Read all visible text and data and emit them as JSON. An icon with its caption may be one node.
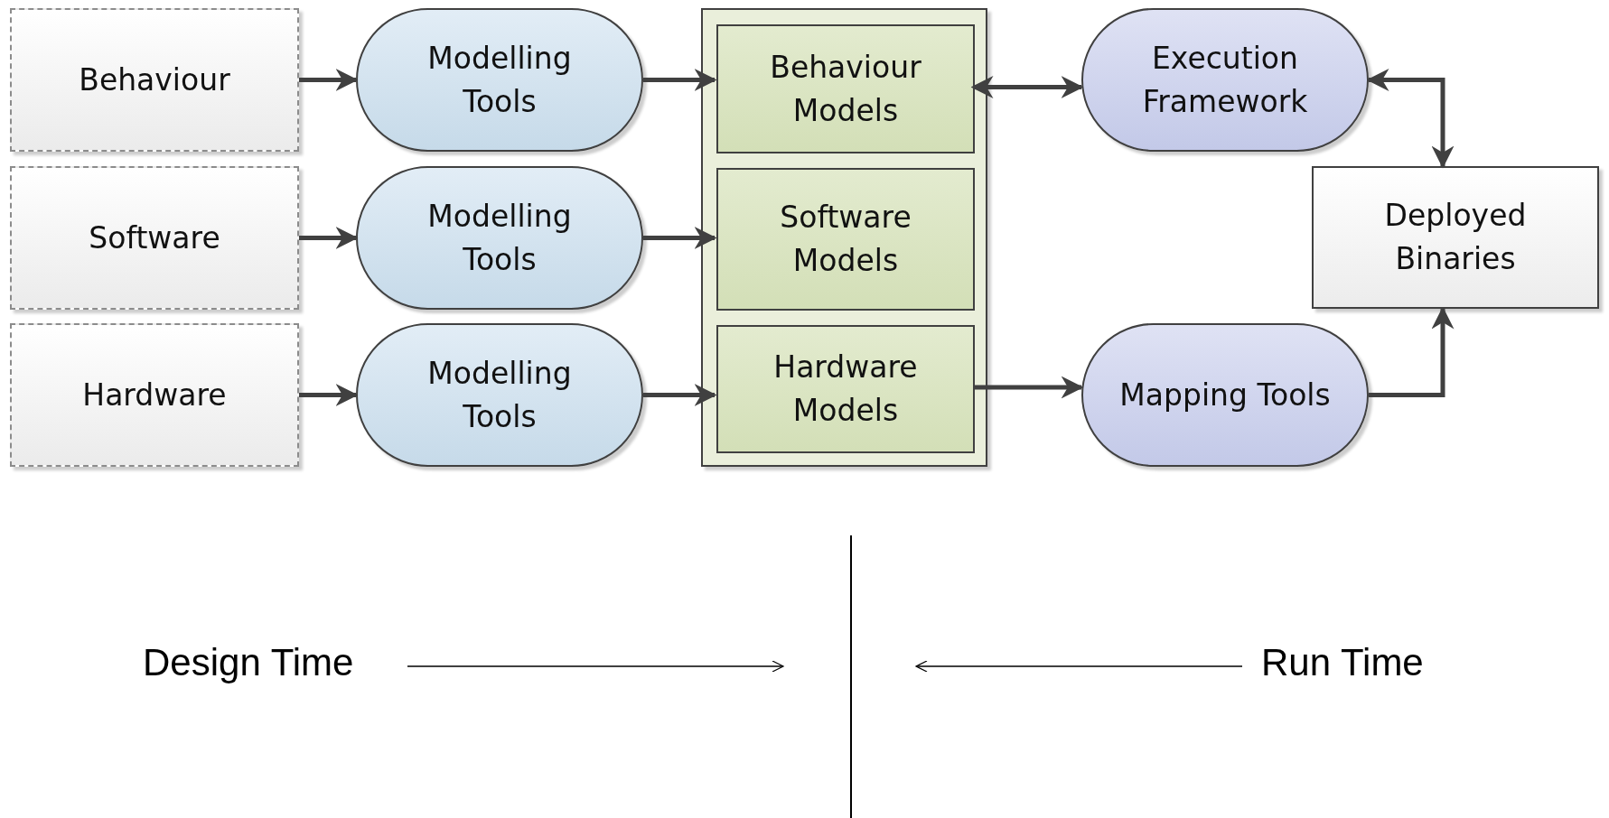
{
  "diagram": {
    "nodes": [
      {
        "text": [
          "Behaviour"
        ]
      },
      {
        "text": [
          "Modelling Tools"
        ]
      },
      {
        "text": [],
        "shape": "box"
      },
      {
        "text": [
          "Behaviour Models"
        ],
        "in": 2
      },
      {
        "text": [
          "Execution Framework"
        ]
      },
      {
        "text": [
          "Software"
        ]
      },
      {
        "text": [
          "Modelling Tools"
        ]
      },
      {
        "text": [
          "Software Models"
        ],
        "in": 2
      },
      {
        "text": [
          "Deployed Binaries"
        ]
      },
      {
        "text": [
          "Hardware"
        ]
      },
      {
        "text": [
          "Modelling Tools"
        ]
      },
      {
        "text": [
          "Hardware Models"
        ],
        "in": 2
      },
      {
        "text": [
          "Mapping Tools"
        ]
      }
    ],
    "edges": [
      {
        "from": 0,
        "to": 1,
        "arrow": "to"
      },
      {
        "from": 1,
        "to": 3,
        "arrow": "to"
      },
      {
        "from": 3,
        "to": 4,
        "arrow": "both"
      },
      {
        "from": 4,
        "to": 8,
        "arrow": "both"
      },
      {
        "from": 5,
        "to": 6,
        "arrow": "to"
      },
      {
        "from": 6,
        "to": 7,
        "arrow": "to"
      },
      {
        "from": 9,
        "to": 10,
        "arrow": "to"
      },
      {
        "from": 10,
        "to": 11,
        "arrow": "to"
      },
      {
        "from": 11,
        "to": 12,
        "arrow": "to"
      },
      {
        "from": 12,
        "to": 8,
        "arrow": "to"
      }
    ],
    "labels": [
      "Design Time",
      "Run Time"
    ]
  }
}
